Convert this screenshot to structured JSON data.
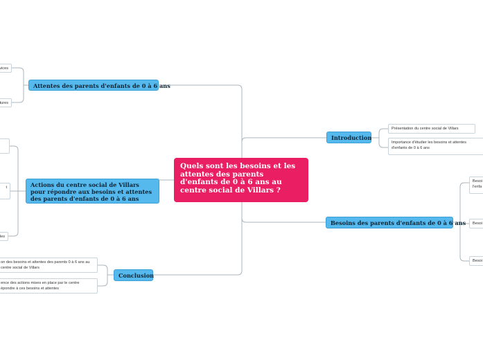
{
  "root": {
    "title": "Quels sont les besoins et les attentes des parents d'enfants de 0 à 6 ans au centre social de Villars ?"
  },
  "branches": {
    "attentes": {
      "label": "Attentes des parents d'enfants de 0 à 6 ans",
      "children": [
        "vices",
        "tures"
      ]
    },
    "actions": {
      "label": "Actions du centre social de Villars pour répondre aux besoins et attentes des parents d'enfants de 0 à 6 ans",
      "children": [
        "",
        "t",
        "les"
      ]
    },
    "conclusion": {
      "label": "Conclusion",
      "children": [
        "on des besoins et attentes des parents 0 à 6 ans au centre social de Villars",
        "ence des actions mises en place par le centre épondre à ces besoins et attentes"
      ]
    },
    "introduction": {
      "label": "Introduction",
      "children": [
        "Présentation du centre social de Villars",
        "Importance d'étudier les besoins et attentes d'enfants de 0 à 6 ans"
      ]
    },
    "besoins": {
      "label": "Besoins des parents d'enfants de 0 à 6 ans",
      "children": [
        "Besoi l'enfa",
        "Besoi",
        "Besoi"
      ]
    }
  },
  "colors": {
    "root": "#e91e63",
    "main_topic": "#55b9ee",
    "connector": "#a9b4bb"
  }
}
